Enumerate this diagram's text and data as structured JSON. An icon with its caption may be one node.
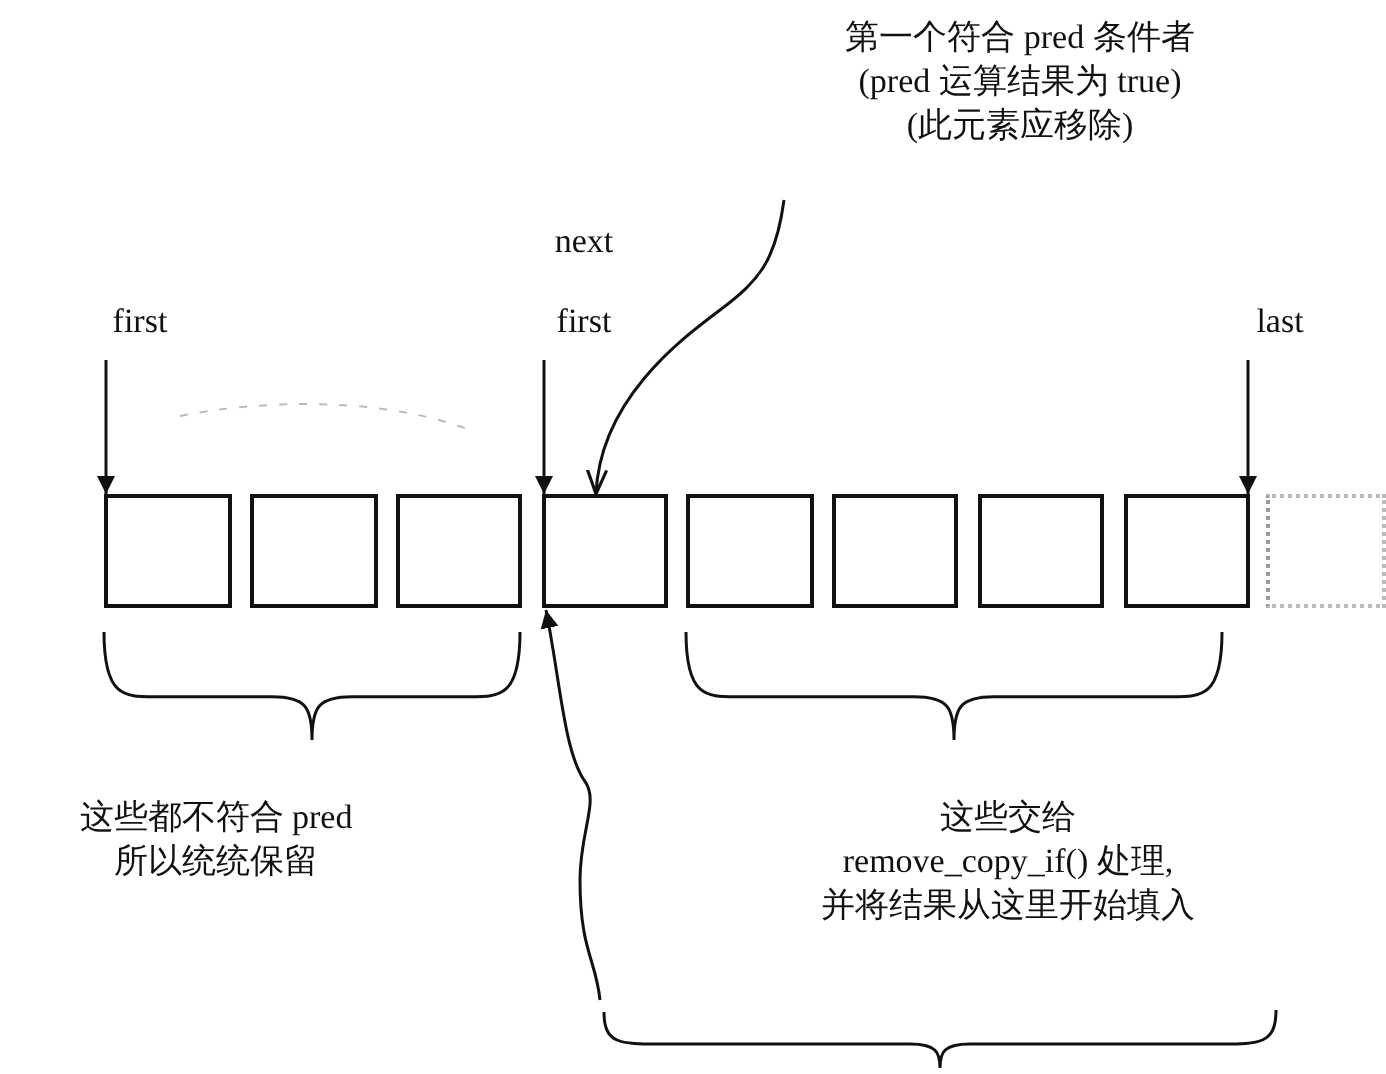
{
  "diagram": {
    "nodes": [
      {
        "text": [],
        "shape": "box"
      },
      {
        "text": [],
        "shape": "box"
      },
      {
        "text": [],
        "shape": "box"
      },
      {
        "text": [],
        "shape": "box"
      },
      {
        "text": [],
        "shape": "box"
      },
      {
        "text": [],
        "shape": "box"
      },
      {
        "text": [],
        "shape": "box"
      },
      {
        "text": [],
        "shape": "box"
      },
      {
        "text": [],
        "shape": "box"
      },
      {
        "text": [
          "first"
        ]
      },
      {
        "text": [
          "next"
        ]
      },
      {
        "text": [
          "first"
        ]
      },
      {
        "text": [
          "last"
        ]
      },
      {
        "text": [
          "第一个符合 pred 条件者 (pred 运算结果为 true) (此元素应移除)"
        ]
      },
      {
        "text": [
          "这些都不符合 pred 所以统统保留"
        ]
      },
      {
        "text": [
          "这些交给 remove_copy_if() 处理, 并将结果从这里开始填入"
        ]
      }
    ],
    "edges": [
      {
        "from": 9,
        "to": 0,
        "arrow": "to"
      },
      {
        "from": 11,
        "to": 3,
        "arrow": "to"
      },
      {
        "from": 12,
        "to": 7,
        "arrow": "to"
      },
      {
        "from": 13,
        "to": 3,
        "arrow": "to"
      },
      {
        "from": 15,
        "to": 3,
        "arrow": "to"
      }
    ]
  }
}
